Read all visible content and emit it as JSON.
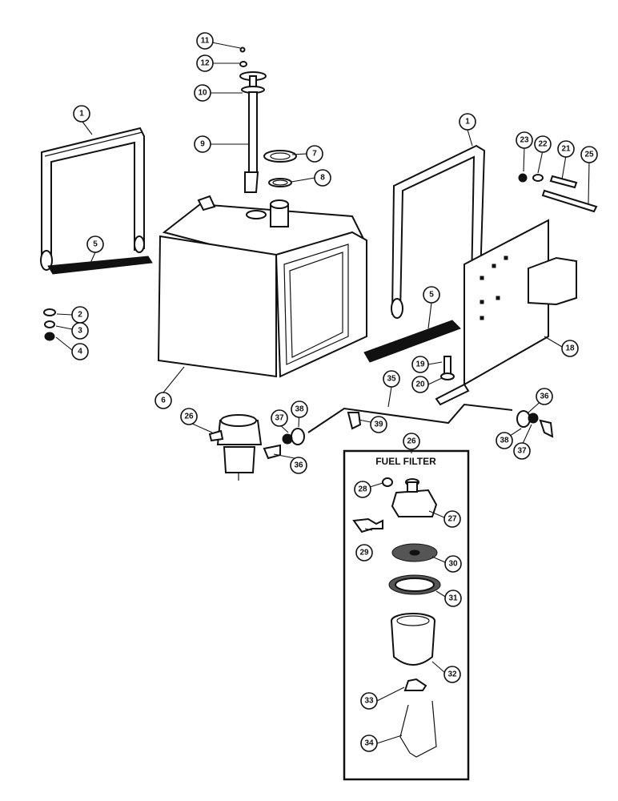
{
  "inset": {
    "title": "FUEL FILTER"
  },
  "callouts": [
    "1",
    "2",
    "3",
    "4",
    "5",
    "6",
    "7",
    "8",
    "9",
    "10",
    "11",
    "12",
    "18",
    "19",
    "20",
    "21",
    "22",
    "23",
    "25",
    "26",
    "27",
    "28",
    "29",
    "30",
    "31",
    "32",
    "33",
    "34",
    "35",
    "36",
    "37",
    "38",
    "39"
  ]
}
